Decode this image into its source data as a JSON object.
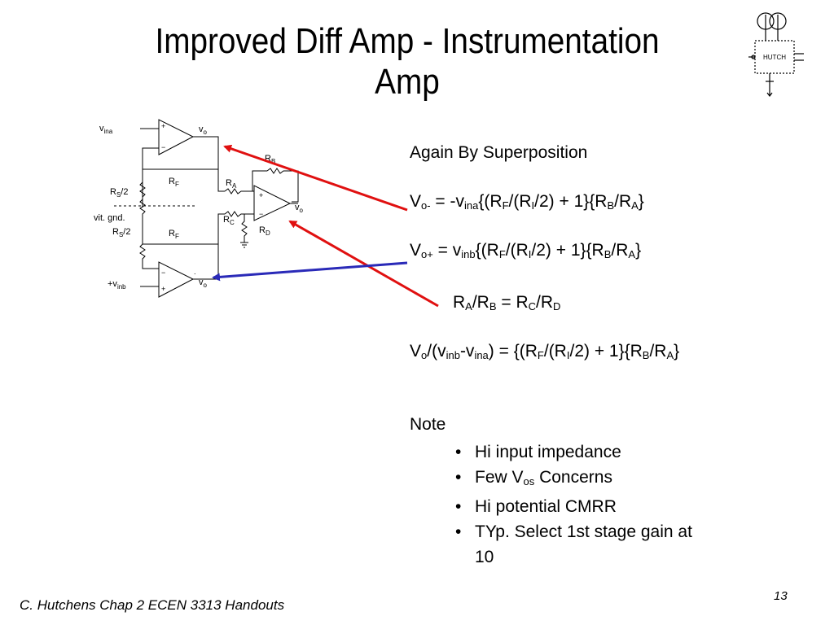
{
  "title": {
    "line1": "Improved Diff Amp  - Instrumentation",
    "line2": "Amp"
  },
  "logo": {
    "text": "HUTCH"
  },
  "schematic": {
    "vina": "v",
    "vina_sub": "ina",
    "vinb": "+v",
    "vinb_sub": "inb",
    "vo": "v",
    "vo_sub": "o",
    "rs_top": "R",
    "rs_top_sub": "S",
    "rs_top_suffix": "/2",
    "rs_bot": "R",
    "rs_bot_sub": "S",
    "rs_bot_suffix": "/2",
    "vit_gnd": "vit. gnd.",
    "rf": "R",
    "rf_sub": "F",
    "ra": "R",
    "ra_sub": "A",
    "rb": "R",
    "rb_sub": "B",
    "rc": "R",
    "rc_sub": "C",
    "rd": "R",
    "rd_sub": "D",
    "plus": "+",
    "minus": "−",
    "dot": "."
  },
  "text": {
    "heading": "Again By Superposition",
    "eq_vo_minus": {
      "a": "V",
      "a_sub": "o-",
      "b": " = -v",
      "b_sub": "ina",
      "c": "{(R",
      "c_sub": "F",
      "d": "/(R",
      "d_sub": "I",
      "e": "/2) + 1}{R",
      "e_sub": "B",
      "f": "/R",
      "f_sub": "A",
      "g": "}"
    },
    "eq_vo_plus": {
      "a": "V",
      "a_sub": "o+",
      "b": " = v",
      "b_sub": "inb",
      "c": "{(R",
      "c_sub": "F",
      "d": "/(R",
      "d_sub": "I",
      "e": "/2) + 1}{R",
      "e_sub": "B",
      "f": "/R",
      "f_sub": "A",
      "g": "}"
    },
    "eq_ratio": {
      "a": "R",
      "a_sub": "A",
      "b": "/R",
      "b_sub": "B",
      "c": " = R",
      "c_sub": "C",
      "d": "/R",
      "d_sub": "D"
    },
    "eq_gain": {
      "a": "V",
      "a_sub": "o",
      "b": "/(v",
      "b_sub": "inb",
      "c": "-v",
      "c_sub": "ina",
      "d": ") = {(R",
      "d_sub": "F",
      "e": "/(R",
      "e_sub": "I",
      "f": "/2) + 1}{R",
      "f_sub": "B",
      "g": "/R",
      "g_sub": "A",
      "h": "}"
    },
    "note": "Note",
    "bullets": [
      {
        "text": "Hi input impedance"
      },
      {
        "pre": "Few V",
        "sub": "os",
        "post": " Concerns"
      },
      {
        "text": "Hi potential CMRR"
      },
      {
        "line1": "TYp. Select 1st stage gain at",
        "line2": "10"
      }
    ],
    "bullet_char": "•"
  },
  "colors": {
    "red_arrow": "#e01010",
    "blue_arrow": "#2a2ab8"
  },
  "footer": {
    "credit": "C. Hutchens Chap 2 ECEN 3313 Handouts",
    "page": "13"
  }
}
